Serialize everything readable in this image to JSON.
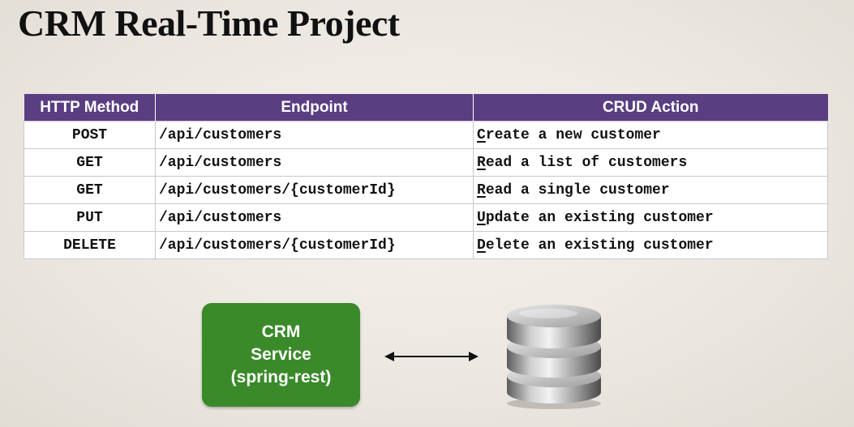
{
  "title": "CRM Real-Time Project",
  "table": {
    "headers": [
      "HTTP Method",
      "Endpoint",
      "CRUD Action"
    ],
    "rows": [
      {
        "method": "POST",
        "endpoint": "/api/customers",
        "action_letter": "C",
        "action_rest": "reate a new customer"
      },
      {
        "method": "GET",
        "endpoint": "/api/customers",
        "action_letter": "R",
        "action_rest": "ead a list of customers"
      },
      {
        "method": "GET",
        "endpoint": "/api/customers/{customerId}",
        "action_letter": "R",
        "action_rest": "ead a single customer"
      },
      {
        "method": "PUT",
        "endpoint": "/api/customers",
        "action_letter": "U",
        "action_rest": "pdate an existing customer"
      },
      {
        "method": "DELETE",
        "endpoint": "/api/customers/{customerId}",
        "action_letter": "D",
        "action_rest": "elete an existing customer"
      }
    ]
  },
  "service": {
    "lines": [
      "CRM",
      "Service",
      "(spring-rest)"
    ]
  },
  "icons": {
    "connector": "double-arrow-icon",
    "database": "database-icon"
  },
  "colors": {
    "header_bg": "#5a3e82",
    "service_bg": "#3a8a2a"
  }
}
